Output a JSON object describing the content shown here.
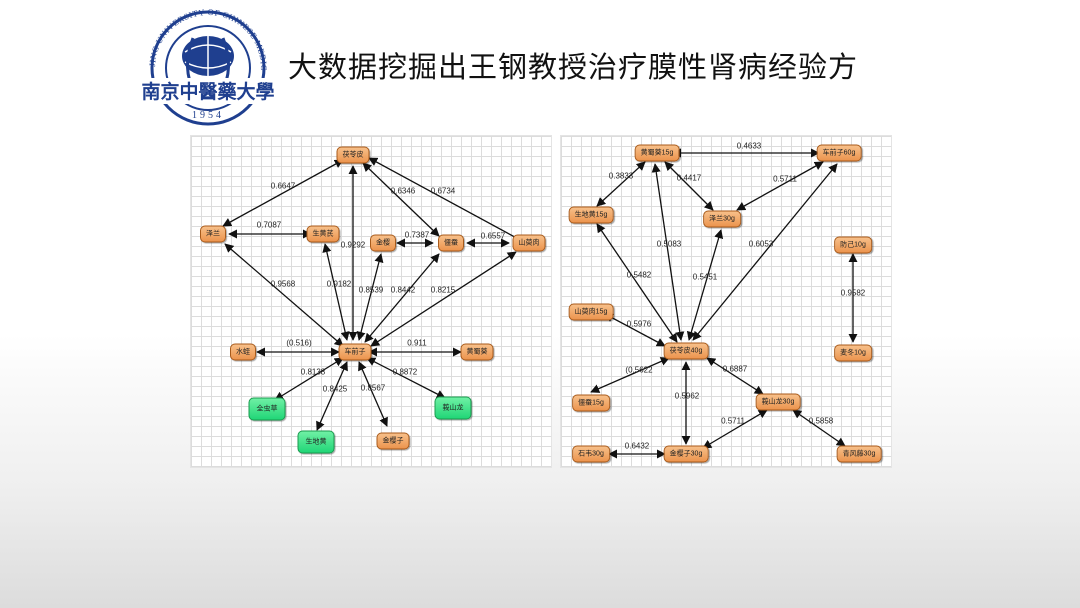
{
  "header": {
    "title": "大数据挖掘出王钢教授治疗膜性肾病经验方",
    "logo": {
      "ring_text": "NANJING UNIVERSITY OF CHINESE MEDICINE",
      "chinese_name": "南京中醫藥大學",
      "year": "1954",
      "color": "#1f3f8f"
    }
  },
  "colors": {
    "node_orange": "#ec944e",
    "node_green": "#21d677",
    "edge": "#111111"
  },
  "diagrams": [
    {
      "nodes": {
        "fuling": "茯苓皮",
        "zelan": "泽兰",
        "shenghuangqi": "生黄芪",
        "jinying": "金樱",
        "qianshi": "僵蚕",
        "shanyurou": "山萸肉",
        "cheqianzi": "车前子",
        "shuizhi": "水蛭",
        "huangshukui": "黄蜀葵",
        "quanxie": "全虫草",
        "shengdihuang": "生地黄",
        "jinyingzi": "金樱子",
        "ezhu": "莪山龙"
      },
      "edges": [
        {
          "label": "0.6647"
        },
        {
          "label": "0.6346"
        },
        {
          "label": "0.6734"
        },
        {
          "label": "0.7087"
        },
        {
          "label": "0.7387"
        },
        {
          "label": "0.6557"
        },
        {
          "label": "0.9292"
        },
        {
          "label": "0.9568"
        },
        {
          "label": "0.9182"
        },
        {
          "label": "0.8539"
        },
        {
          "label": "0.8442"
        },
        {
          "label": "0.8215"
        },
        {
          "label": "(0.516)"
        },
        {
          "label": "0.911"
        },
        {
          "label": "0.8138"
        },
        {
          "label": "0.8425"
        },
        {
          "label": "0.8567"
        },
        {
          "label": "0.8872"
        }
      ]
    },
    {
      "nodes": {
        "huangshukui": "黄蜀葵15g",
        "cheqianzi": "车前子60g",
        "shengdihuang": "生地黄15g",
        "zelan": "泽兰30g",
        "fangji": "防己10g",
        "shanyurou": "山萸肉15g",
        "fuling": "茯苓皮40g",
        "yangzhiju": "麦冬10g",
        "qianshi": "僵蚕15g",
        "ezhu": "莪山龙30g",
        "shiwei": "石韦30g",
        "jinyingzi": "金樱子30g",
        "qingfengteng": "青风藤30g"
      },
      "edges": [
        {
          "label": "0.4633"
        },
        {
          "label": "0.3833"
        },
        {
          "label": "0.4417"
        },
        {
          "label": "0.5711"
        },
        {
          "label": "0.5083"
        },
        {
          "label": "0.6053"
        },
        {
          "label": "0.5482"
        },
        {
          "label": "0.5451"
        },
        {
          "label": "0.9582"
        },
        {
          "label": "0.5976"
        },
        {
          "label": "(0.5622"
        },
        {
          "label": "0.6887"
        },
        {
          "label": "0.5962"
        },
        {
          "label": "0.5711"
        },
        {
          "label": "0.5858"
        },
        {
          "label": "0.6432"
        }
      ]
    }
  ]
}
